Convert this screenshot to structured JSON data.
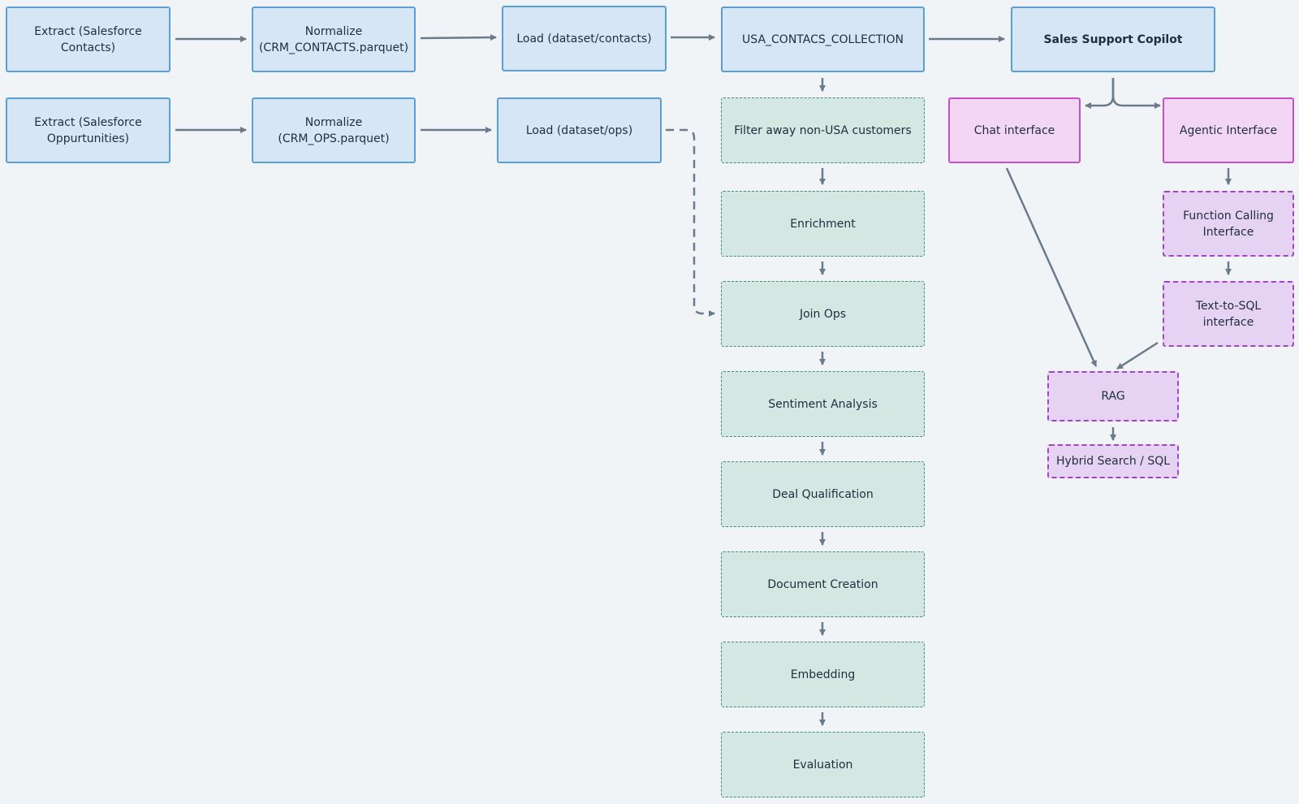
{
  "colors": {
    "background": "#f1f4f7",
    "source_fill": "#d6e6f5",
    "source_border": "#5a9fd6",
    "pipeline_fill": "#d4e7e2",
    "pipeline_border": "#3f8f6e",
    "interface_fill": "#f3d6f3",
    "interface_border": "#c44ec9",
    "tool_fill": "#e6d3f3",
    "tool_border": "#a045c6",
    "arrow": "#6b7a8a"
  },
  "nodes": {
    "extract_contacts": "Extract (Salesforce\nContacts)",
    "normalize_contacts": "Normalize\n(CRM_CONTACTS.parquet)",
    "load_contacts": "Load (dataset/contacts)",
    "usa_collection": "USA_CONTACS_COLLECTION",
    "copilot": "Sales Support Copilot",
    "extract_ops": "Extract (Salesforce\nOppurtunities)",
    "normalize_ops": "Normalize\n(CRM_OPS.parquet)",
    "load_ops": "Load (dataset/ops)",
    "filter": "Filter away non-USA customers",
    "enrichment": "Enrichment",
    "join_ops": "Join Ops",
    "sentiment": "Sentiment Analysis",
    "deal_qualification": "Deal Qualification",
    "document_creation": "Document Creation",
    "embedding": "Embedding",
    "evaluation": "Evaluation",
    "chat_interface": "Chat interface",
    "agentic_interface": "Agentic Interface",
    "function_calling": "Function Calling\nInterface",
    "text_to_sql": "Text-to-SQL interface",
    "rag": "RAG",
    "hybrid_search": "Hybrid Search / SQL"
  }
}
